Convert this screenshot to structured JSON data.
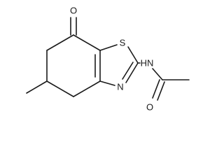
{
  "molecule": {
    "atoms": {
      "keto_oxygen": "O",
      "ring_sulfur": "S",
      "ring_nitrogen": "N",
      "amide_nh": "HN",
      "amide_oxygen": "O"
    }
  },
  "colors": {
    "bond": "#1a1a1a",
    "label": "#1a1a1a",
    "background": "#ffffff"
  }
}
